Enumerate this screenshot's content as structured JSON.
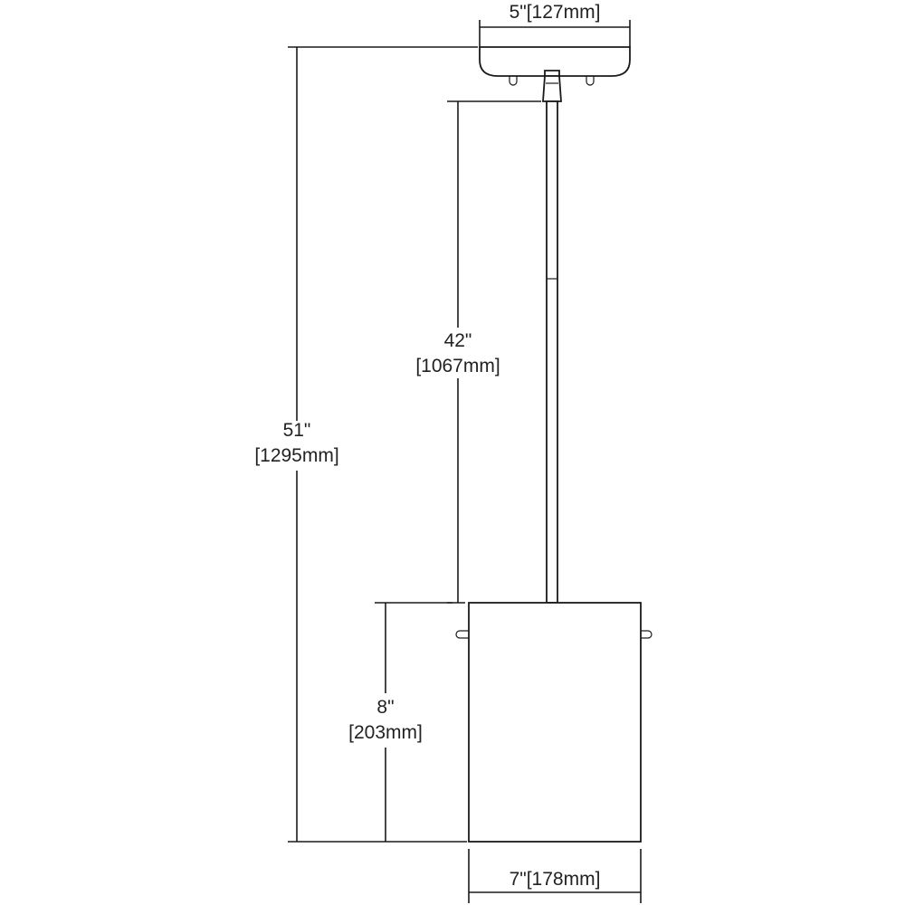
{
  "dimensions": {
    "canopy_width": "5\"[127mm]",
    "overall_height_in": "51\"",
    "overall_height_mm": "[1295mm]",
    "stem_length_in": "42\"",
    "stem_length_mm": "[1067mm]",
    "shade_height_in": "8\"",
    "shade_height_mm": "[203mm]",
    "shade_width": "7\"[178mm]"
  }
}
